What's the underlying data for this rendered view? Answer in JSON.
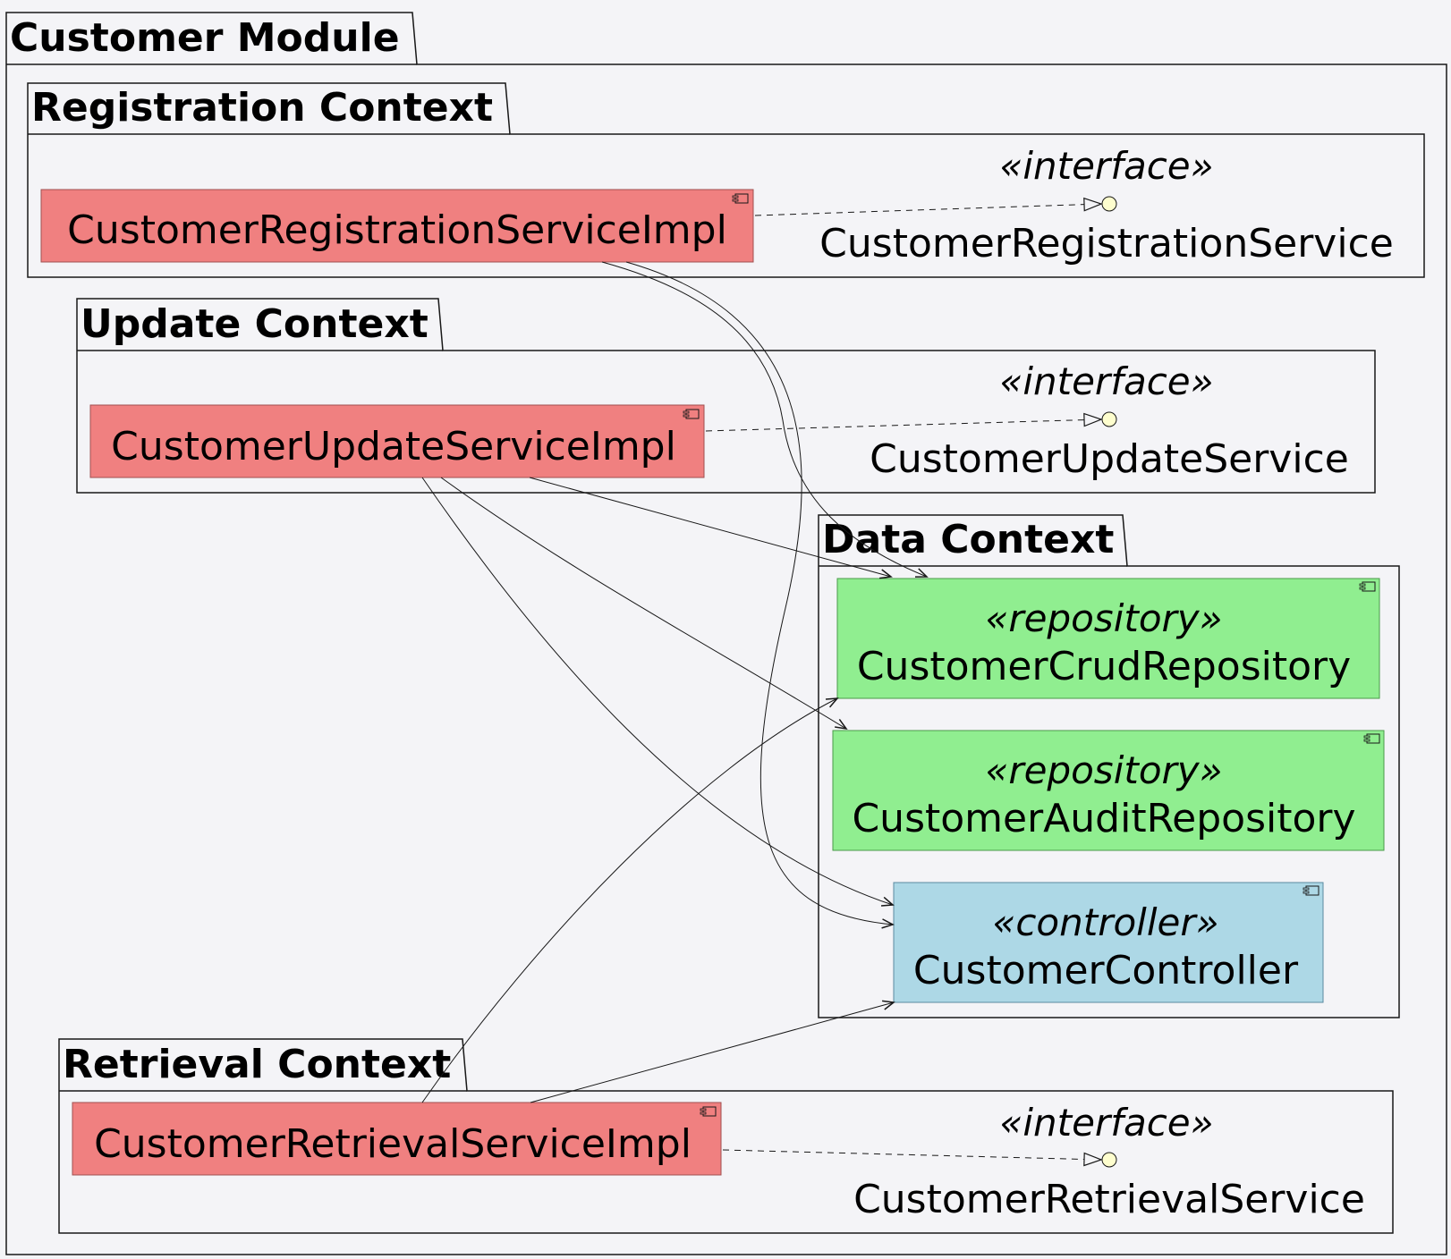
{
  "diagram": {
    "module_title": "Customer Module",
    "packages": {
      "registration": "Registration Context",
      "update": "Update Context",
      "data": "Data Context",
      "retrieval": "Retrieval Context"
    },
    "components": {
      "registration_impl": "CustomerRegistrationServiceImpl",
      "update_impl": "CustomerUpdateServiceImpl",
      "retrieval_impl": "CustomerRetrievalServiceImpl",
      "crud_repo": "CustomerCrudRepository",
      "audit_repo": "CustomerAuditRepository",
      "controller": "CustomerController"
    },
    "stereotypes": {
      "interface": "«interface»",
      "repository": "«repository»",
      "controller": "«controller»"
    },
    "interfaces": {
      "registration": "CustomerRegistrationService",
      "update": "CustomerUpdateService",
      "retrieval": "CustomerRetrievalService"
    },
    "colors": {
      "background": "#f4f4f7",
      "service_impl": "#f08080",
      "repository": "#90ee90",
      "controller": "#add8e6",
      "interface_circle": "#fefece",
      "border": "#181818"
    }
  }
}
